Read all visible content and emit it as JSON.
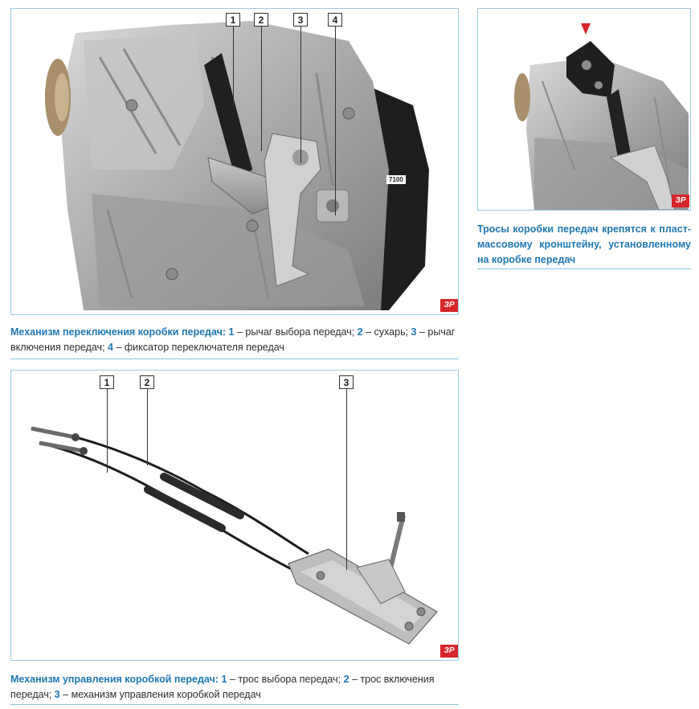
{
  "figure_top": {
    "callouts": [
      "1",
      "2",
      "3",
      "4"
    ],
    "part_label": "7100",
    "logo": "ЗР",
    "caption": {
      "lead": "Механизм переключения коробки передач:",
      "items": [
        {
          "num": "1",
          "text": " – рычаг выбора передач; "
        },
        {
          "num": "2",
          "text": " – сухарь; "
        },
        {
          "num": "3",
          "text": " – ры­чаг включения передач; "
        },
        {
          "num": "4",
          "text": " – фиксатор переключателя передач"
        }
      ]
    }
  },
  "figure_right": {
    "logo": "ЗР",
    "caption": "Тросы коробки передач крепятся к пласт­массовому кронштейну, установленному на коробке передач"
  },
  "figure_bottom": {
    "callouts": [
      "1",
      "2",
      "3"
    ],
    "logo": "ЗР",
    "caption": {
      "lead": "Механизм управления коробкой передач:",
      "items": [
        {
          "num": "1",
          "text": " – трос выбора передач; "
        },
        {
          "num": "2",
          "text": " – трос включения передач; "
        },
        {
          "num": "3",
          "text": " – механизм управления коробкой передач"
        }
      ]
    }
  },
  "colors": {
    "accent": "#1f78b4",
    "frame": "#9ecbe6",
    "logo_red": "#d8262b"
  }
}
